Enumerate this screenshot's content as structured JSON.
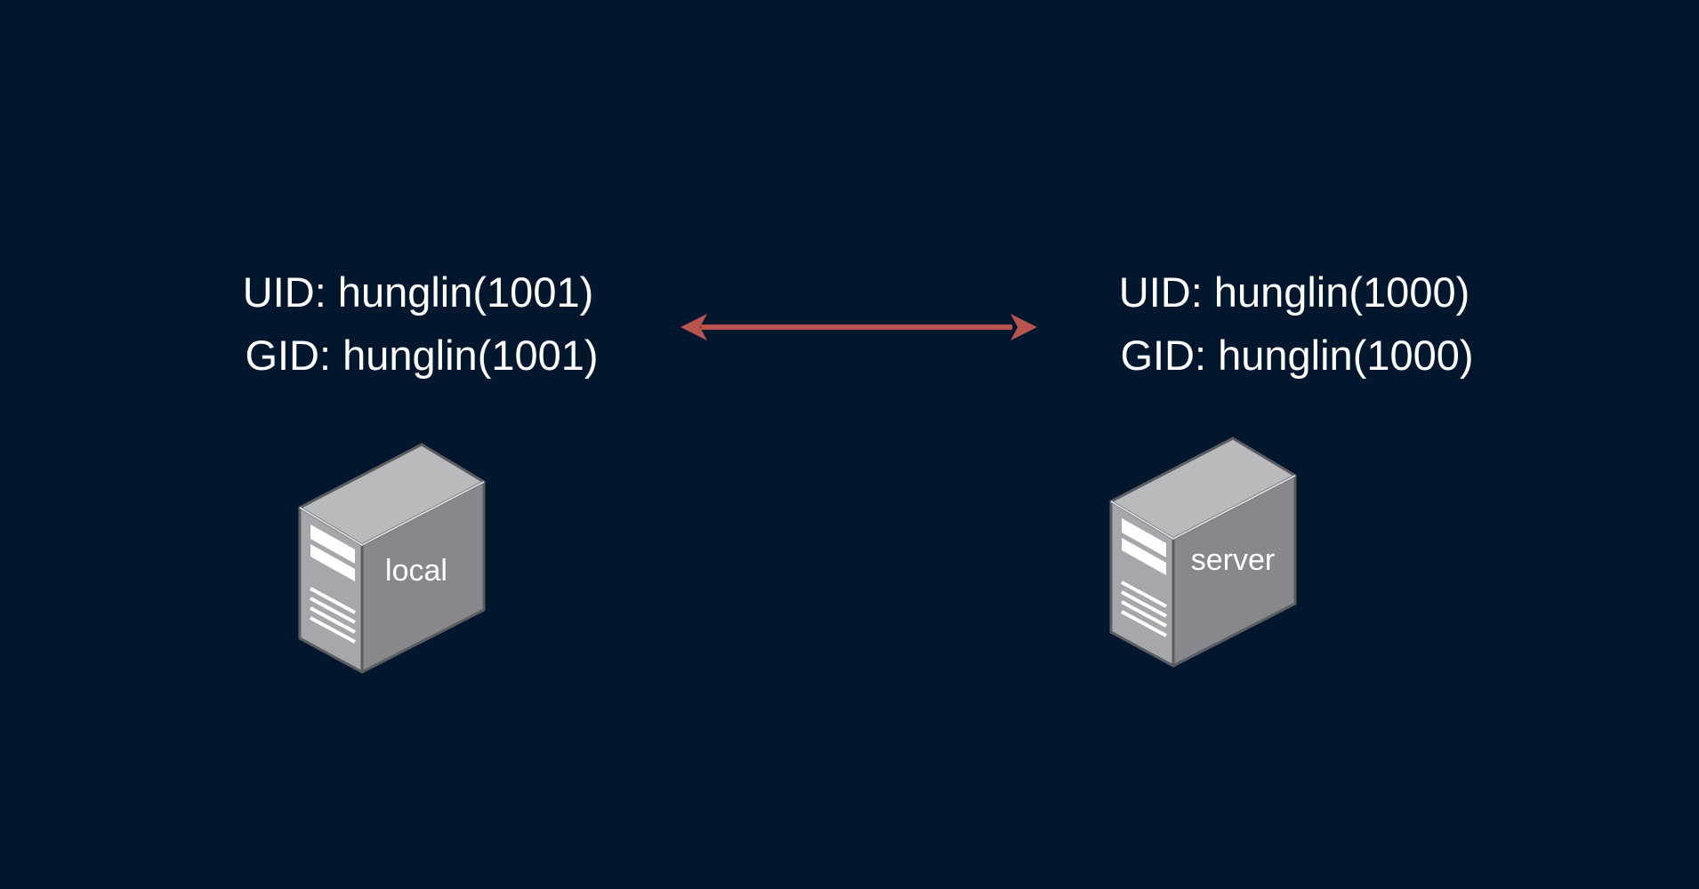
{
  "background_color": "#00172d",
  "arrow_color": "#b85450",
  "nodes": {
    "local": {
      "label": "local",
      "uid": "UID: hunglin(1001)",
      "gid": "GID: hunglin(1001)",
      "icon": "server-tower-icon"
    },
    "server": {
      "label": "server",
      "uid": "UID: hunglin(1000)",
      "gid": "GID: hunglin(1000)",
      "icon": "server-tower-icon"
    }
  },
  "connection": {
    "from": "local",
    "to": "server",
    "direction": "bidirectional"
  }
}
